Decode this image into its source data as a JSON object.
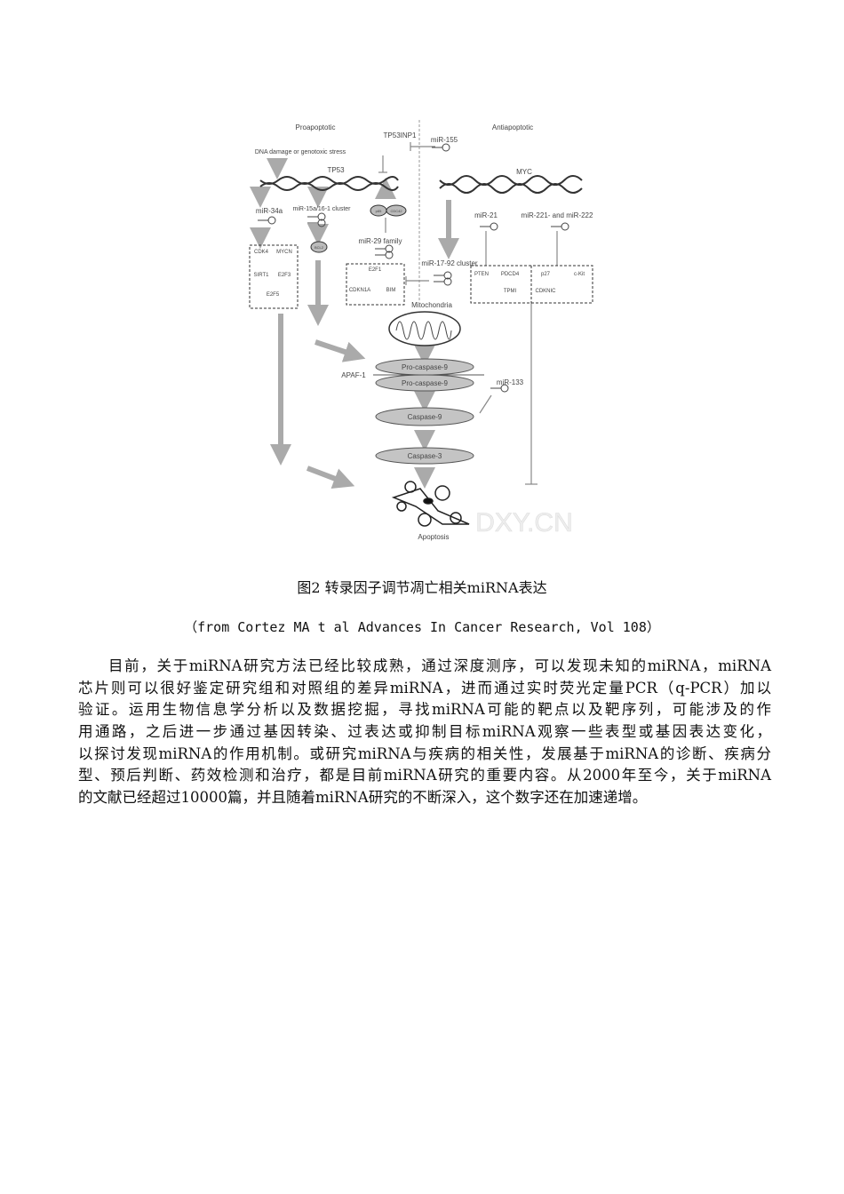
{
  "figure": {
    "labels": {
      "proapoptotic": "Proapoptotic",
      "antiapoptotic": "Antiapoptotic",
      "tp53inp1": "TP53INP1",
      "mir155": "miR-155",
      "dna_damage": "DNA damage or genotoxic stress",
      "tp53": "TP53",
      "myc": "MYC",
      "mir34a": "miR-34a",
      "mir15a": "miR-15a/16-1 cluster",
      "p85": "p85",
      "cdc42": "CDC42",
      "mir21": "miR-21",
      "mir221": "miR-221- and miR-222",
      "mir29": "miR-29 family",
      "bcl2": "BCL2",
      "mir1792": "miR-17-92 cluster",
      "cdk4": "CDK4",
      "mycn": "MYCN",
      "sirt1": "SIRT1",
      "e2f3": "E2F3",
      "e2f5": "E2F5",
      "e2f1": "E2F1",
      "cdkn1a": "CDKN1A",
      "bim": "BIM",
      "pten": "PTEN",
      "pdcd4": "PDCD4",
      "tpm1": "TPMI",
      "p27": "p27",
      "ckit": "c-Kit",
      "cdkn1c": "CDKNIC",
      "mitochondria": "Mitochondria",
      "procaspase9_a": "Pro-caspase-9",
      "procaspase9_b": "Pro-caspase-9",
      "apaf1": "APAF-1",
      "mir133": "miR-133",
      "caspase9": "Caspase-9",
      "caspase3": "Caspase-3",
      "apoptosis": "Apoptosis"
    },
    "watermark": "DXY.CN",
    "caption": "图2 转录因子调节凋亡相关miRNA表达",
    "source": "（from Cortez MA t al Advances In Cancer Research, Vol 108）"
  },
  "body": {
    "lines": [
      "目前，关于miRNA研究方法已经比较成熟，通过深度测序，可以发现未知的miRNA，miRNA",
      "芯片则可以很好鉴定研究组和对照组的差异miRNA，进而通过实时荧光定量PCR（q-PCR）加以",
      "验证。运用生物信息学分析以及数据挖掘，寻找miRNA可能的靶点以及靶序列，可能涉及的作",
      "用通路，之后进一步通过基因转染、过表达或抑制目标miRNA观察一些表型或基因表达变化，",
      "以探讨发现miRNA的作用机制。或研究miRNA与疾病的相关性，发展基于miRNA的诊断、疾病分",
      "型、预后判断、药效检测和治疗，都是目前miRNA研究的重要内容。从2000年至今，关于miRNA",
      "的文献已经超过10000篇，并且随着miRNA研究的不断深入，这个数字还在加速递增。"
    ]
  }
}
